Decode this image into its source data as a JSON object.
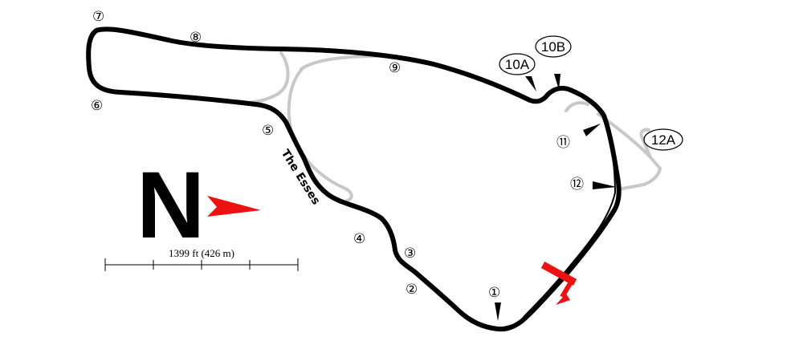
{
  "compass": {
    "letter": "N",
    "arrow_color": "#ee1111"
  },
  "scale": {
    "label": "1399 ft (426 m)"
  },
  "esses_label": "The Esses",
  "turns": [
    {
      "id": "t1",
      "label": "①"
    },
    {
      "id": "t2",
      "label": "②"
    },
    {
      "id": "t3",
      "label": "③"
    },
    {
      "id": "t4",
      "label": "④"
    },
    {
      "id": "t5",
      "label": "⑤"
    },
    {
      "id": "t6",
      "label": "⑥"
    },
    {
      "id": "t7",
      "label": "⑦"
    },
    {
      "id": "t8",
      "label": "⑧"
    },
    {
      "id": "t9",
      "label": "⑨"
    },
    {
      "id": "t11",
      "label": "⑪"
    },
    {
      "id": "t12",
      "label": "⑫"
    }
  ],
  "oval_turns": [
    {
      "id": "t10a",
      "label": "10A"
    },
    {
      "id": "t10b",
      "label": "10B"
    },
    {
      "id": "t12a",
      "label": "12A"
    }
  ],
  "colors": {
    "track": "#000000",
    "runoff": "#c8c8c8",
    "start_finish": "#ee1111"
  }
}
